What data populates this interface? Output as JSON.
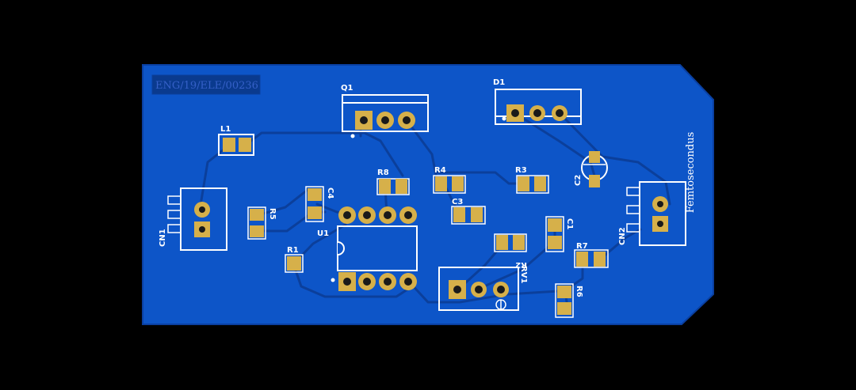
{
  "board": {
    "id_label": "ENG/19/ELE/00236",
    "brand_label": "Femtosecondus",
    "colors": {
      "background": "#000000",
      "copper_fill": "#0d55c8",
      "board_edge": "#0a3fa0",
      "trace": "#0b3f9b",
      "pad": "#d6b04a",
      "pad_hole": "#1a1a1a",
      "silkscreen": "#ffffff"
    }
  },
  "components": {
    "q1": "Q1",
    "d1": "D1",
    "l1": "L1",
    "cn1": "CN1",
    "cn2": "CN2",
    "r1": "R1",
    "r2": "R2",
    "r3": "R3",
    "r4": "R4",
    "r5": "R5",
    "r6": "R6",
    "r7": "R7",
    "r8": "R8",
    "c1": "C1",
    "c2": "C2",
    "c3": "C3",
    "c4": "C4",
    "u1": "U1",
    "rv1": "RV1"
  }
}
